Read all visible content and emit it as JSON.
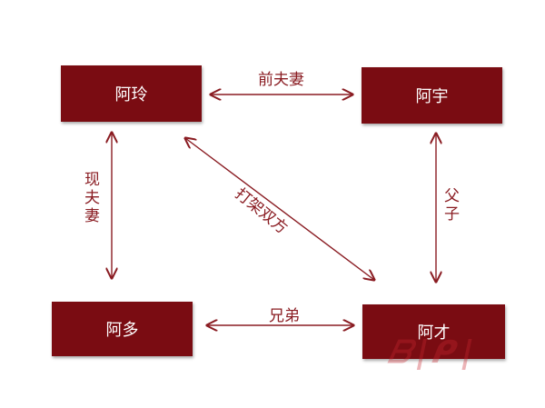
{
  "nodes": {
    "aling": "阿玲",
    "ayu": "阿宇",
    "aduo": "阿多",
    "acai": "阿才"
  },
  "relations": {
    "aling_ayu": "前夫妻",
    "aling_aduo": "现夫妻",
    "ayu_acai": "父子",
    "aduo_acai": "兄弟",
    "aling_acai": "打架双方"
  },
  "colors": {
    "box": "#7a0c12",
    "arrow": "#8a1c22",
    "label": "#8a1c22"
  }
}
